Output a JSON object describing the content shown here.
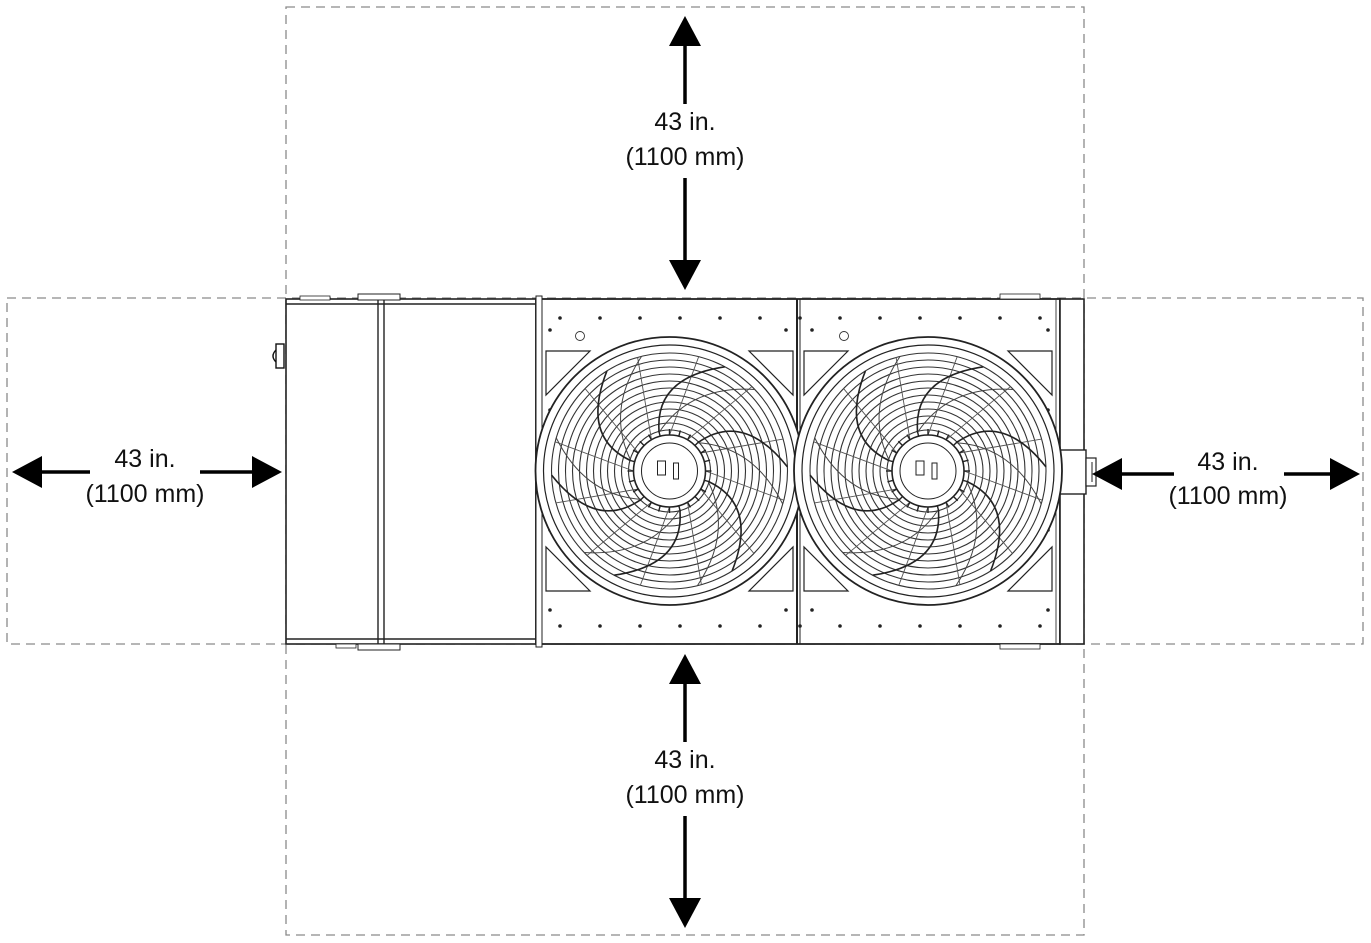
{
  "clearances": {
    "top": {
      "line1": "43 in.",
      "line2": "(1100 mm)"
    },
    "bottom": {
      "line1": "43 in.",
      "line2": "(1100 mm)"
    },
    "left": {
      "line1": "43 in.",
      "line2": "(1100 mm)"
    },
    "right": {
      "line1": "43 in.",
      "line2": "(1100 mm)"
    }
  },
  "unit": {
    "fan_count": 2,
    "fan_names": [
      "fan-left",
      "fan-right"
    ]
  },
  "colors": {
    "line": "#222222",
    "dashed_zone": "#8a8a8a",
    "arrow": "#000000",
    "background": "#ffffff"
  }
}
